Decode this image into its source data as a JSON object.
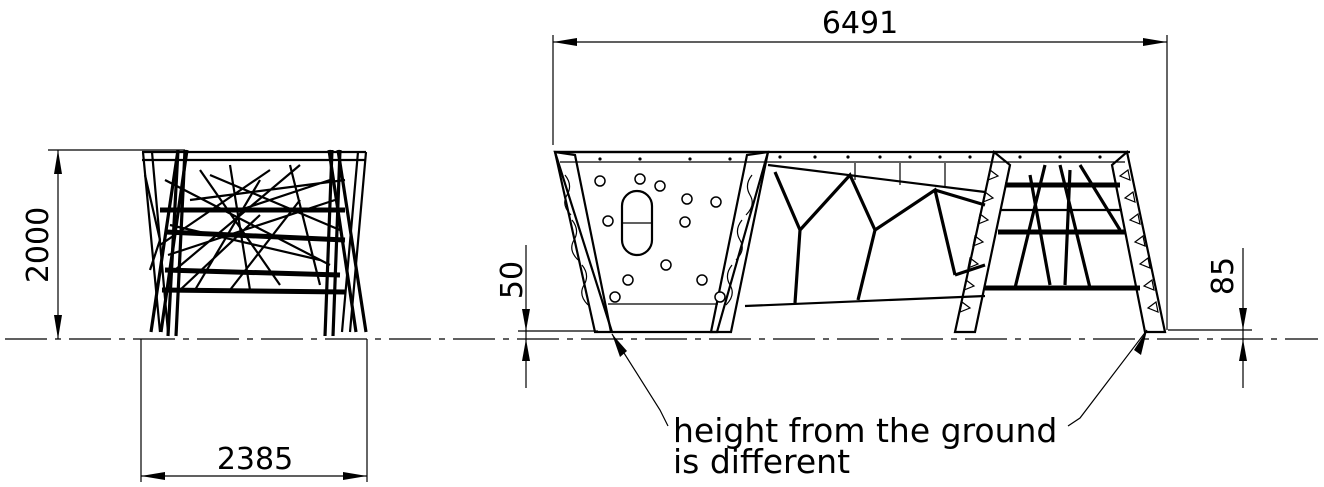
{
  "dimensions": {
    "overall_length": "6491",
    "height": "2000",
    "width": "2385",
    "left_ground_gap": "50",
    "right_ground_gap": "85"
  },
  "note": {
    "line1": "height from the ground",
    "line2": "is different"
  }
}
